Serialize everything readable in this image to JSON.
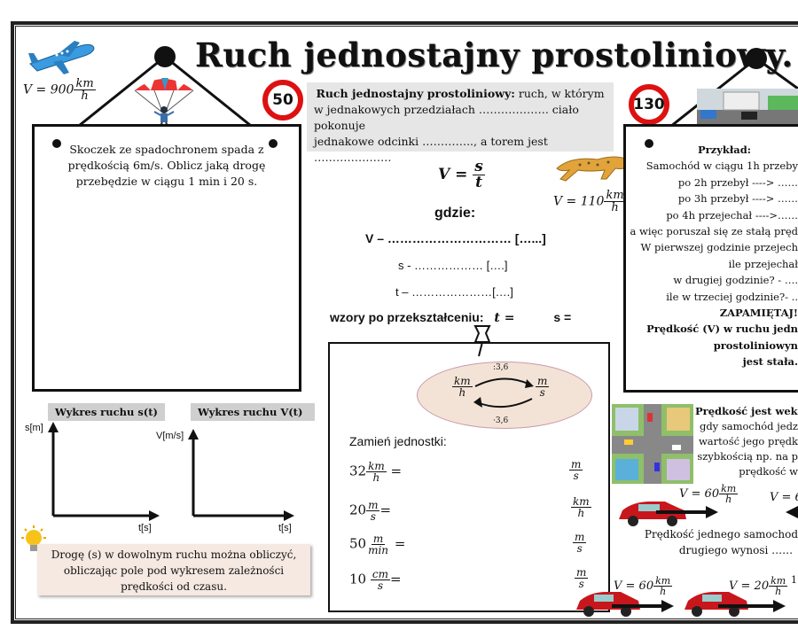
{
  "title": "Ruch jednostajny prostoliniowy.",
  "plane_speed": {
    "prefix": "V = 900",
    "num": "km",
    "den": "h"
  },
  "parachute_task": "Skoczek ze spadochronem spada z prędkością 6m/s. Oblicz jaką drogę przebędzie w ciągu 1 min i 20 s.",
  "sign_50": "50",
  "sign_130": "130",
  "definition": {
    "bold": "Ruch jednostajny prostoliniowy:",
    "line1": " ruch, w którym",
    "line2": "w jednakowych przedziałach ………………. ciało pokonuje",
    "line3": "jednakowe odcinki ………….., a torem jest …………………"
  },
  "formula": {
    "lhs": "V =",
    "num": "s",
    "den": "t"
  },
  "gdzie": "gdzie:",
  "defs": [
    "V – ………………………… […...]",
    "s - ……………… [….]",
    "t – …………………[….]"
  ],
  "transformed": {
    "label": "wzory po przekształceniu:",
    "t": "t =",
    "s": "s ="
  },
  "cheetah_speed": {
    "prefix": "V = 110",
    "num": "km",
    "den": "h"
  },
  "example": {
    "heading": "Przykład:",
    "lines": [
      "Samochód w ciągu 1h przeby",
      "po 2h przebył ----> ……",
      "po 3h przebył ----> ……",
      "po 4h przejechał ---->……",
      "a więc poruszał się ze stałą pręd",
      "W pierwszej godzinie przejech",
      "ile przejechał",
      "w drugiej godzinie? - ….",
      "ile w trzeciej godzinie?- .."
    ],
    "remember": "ZAPAMIĘTAJ!",
    "remember_lines": [
      "Prędkość (V) w ruchu jedn",
      "prostoliniowyn",
      "jest stała."
    ]
  },
  "graphs": {
    "s_title": "Wykres ruchu s(t)",
    "v_title": "Wykres ruchu V(t)",
    "s_axis": "s[m]",
    "v_axis": "V[m/s]",
    "t_axis1": "t[s]",
    "t_axis2": "t[s]"
  },
  "area_note": "Drogę (s) w dowolnym ruchu można obliczyć, obliczając pole pod wykresem zależności prędkości od czasu.",
  "conversion": {
    "top_label": ":3,6",
    "bottom_label": "·3,6",
    "left_num": "km",
    "left_den": "h",
    "right_num": "m",
    "right_den": "s",
    "heading": "Zamień jednostki:",
    "rows": [
      {
        "val": "32",
        "num": "km",
        "den": "h",
        "eq": "=",
        "rnum": "m",
        "rden": "s"
      },
      {
        "val": "20",
        "num": "m",
        "den": "s",
        "eq": "=",
        "rnum": "km",
        "rden": "h"
      },
      {
        "val": "50",
        "num": "m",
        "den": "min",
        "eq": "=",
        "rnum": "m",
        "rden": "s"
      },
      {
        "val": "10",
        "num": "cm",
        "den": "s",
        "eq": "=",
        "rnum": "m",
        "rden": "s"
      }
    ]
  },
  "vector": {
    "lines": [
      "Prędkość jest wekt",
      "gdy samochód jedz",
      "wartość jego prędk",
      "szybkością np. na p",
      "prędkość w"
    ]
  },
  "car_speeds": {
    "c1": {
      "prefix": "V = 60",
      "num": "km",
      "den": "h"
    },
    "c2": {
      "prefix": "V = 6",
      "num": "",
      "den": ""
    },
    "c3": {
      "prefix": "V = 60",
      "num": "km",
      "den": "h"
    },
    "c4": {
      "prefix": "V = 20",
      "num": "km",
      "den": "h"
    },
    "c4_suffix": "1"
  },
  "car_compare": [
    "Prędkość jednego samochod",
    "drugiego wynosi ……"
  ],
  "colors": {
    "sign_red": "#d11111",
    "tape_gray": "#e6e6e6",
    "car_red": "#c8161d",
    "ellipse": "#f3e3d6"
  }
}
